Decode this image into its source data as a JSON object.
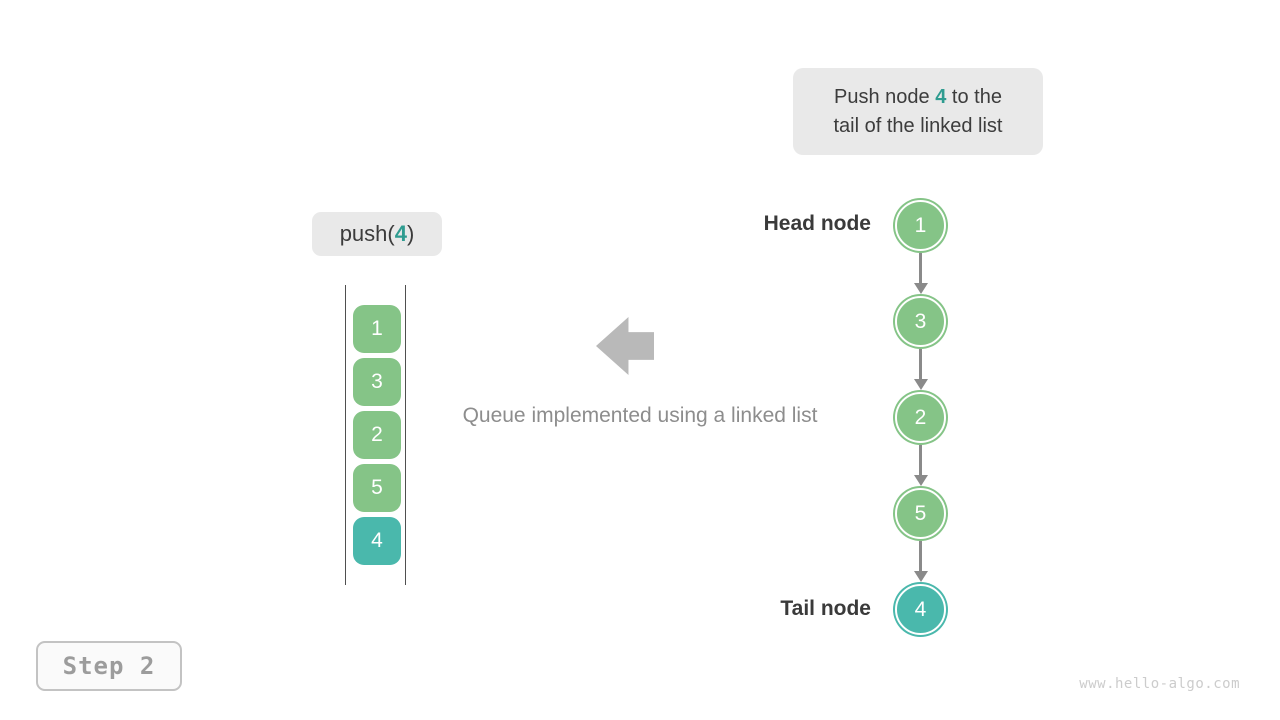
{
  "colors": {
    "node_green": "#85c487",
    "node_teal": "#4ab8ac",
    "highlight_text_teal": "#2f9c90",
    "callout_bg": "#e9e9e9",
    "dark_text": "#3c3c3c",
    "gray_caption": "#8d8d8d",
    "block_arrow_gray": "#b9b9b9",
    "connector_gray": "#8a8a8a"
  },
  "callout": {
    "line1_pre": "Push node ",
    "highlight": "4",
    "line1_post": " to the",
    "line2": "tail of the linked list"
  },
  "operation": {
    "pre": "push(",
    "arg": "4",
    "post": ")"
  },
  "queue_stack": {
    "nodes": [
      {
        "value": "1",
        "color": "green"
      },
      {
        "value": "3",
        "color": "green"
      },
      {
        "value": "2",
        "color": "green"
      },
      {
        "value": "5",
        "color": "green"
      },
      {
        "value": "4",
        "color": "teal"
      }
    ]
  },
  "caption": "Queue implemented using a linked list",
  "linked_list": {
    "head_label": "Head node",
    "tail_label": "Tail node",
    "nodes": [
      {
        "value": "1",
        "color": "green"
      },
      {
        "value": "3",
        "color": "green"
      },
      {
        "value": "2",
        "color": "green"
      },
      {
        "value": "5",
        "color": "green"
      },
      {
        "value": "4",
        "color": "teal"
      }
    ]
  },
  "step": {
    "label": "Step 2"
  },
  "watermark": "www.hello-algo.com"
}
